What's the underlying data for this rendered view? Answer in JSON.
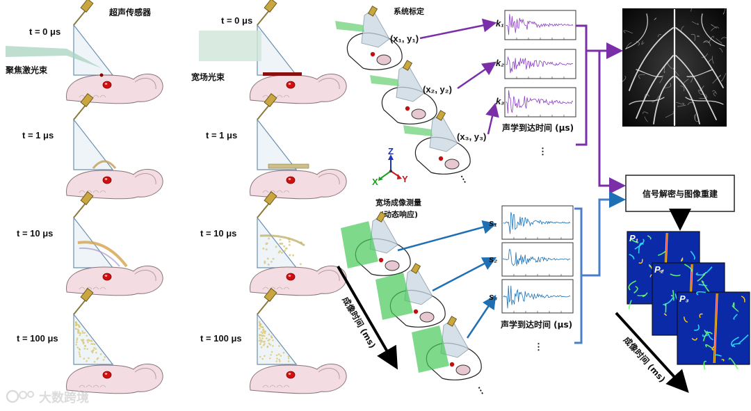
{
  "labels": {
    "time_0": "t = 0 μs",
    "time_1": "t = 1 μs",
    "time_10": "t = 10 μs",
    "time_100": "t = 100 μs",
    "transducer": "超声传感器",
    "focused_beam": "聚焦激光束",
    "wide_beam": "宽场光束",
    "calibration": "系统标定",
    "dynamic_title_1": "宽场成像测量",
    "dynamic_title_2": "(动态响应)",
    "arrival_time": "声学到达时间 (μs)",
    "imaging_time": "成像时间 (ms)",
    "reconstruction": "信号解密与图像重建",
    "ellipsis": "⋮",
    "diag_ellipsis": "⋰",
    "watermark": "大数跨境",
    "axis_x": "X",
    "axis_y": "Y",
    "axis_z": "Z"
  },
  "calibration_points": [
    {
      "coord": "(x₁, y₁)",
      "kernel": "k₁"
    },
    {
      "coord": "(x₂, y₂)",
      "kernel": "k₂"
    },
    {
      "coord": "(x₃, y₃)",
      "kernel": "k₃"
    }
  ],
  "measurement_signals": [
    {
      "name": "s₁"
    },
    {
      "name": "s₂"
    },
    {
      "name": "s₃"
    }
  ],
  "reconstructed_frames": [
    {
      "name": "P₁"
    },
    {
      "name": "P₂"
    },
    {
      "name": "P₃"
    }
  ],
  "colors": {
    "calibration_arrow": "#7a2fa8",
    "measurement_arrow": "#1f6fb5",
    "wave_purple": "#8a3cc4",
    "wave_blue": "#1a6fb5",
    "green_beam": "#5fd36a",
    "mouse_pink": "#f1d7dd",
    "red_dot": "#d01010"
  }
}
